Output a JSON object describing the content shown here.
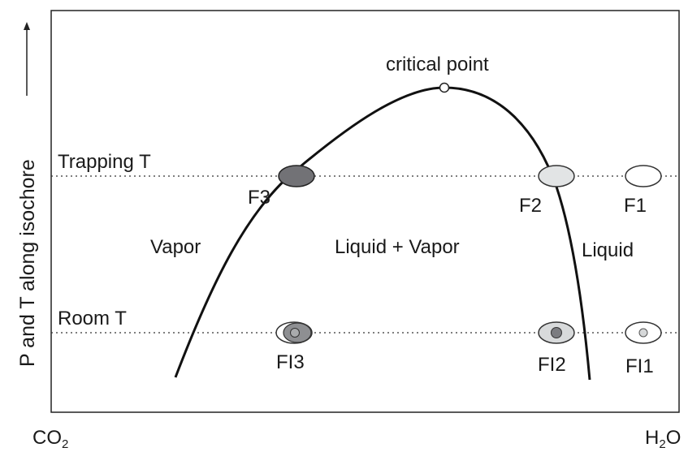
{
  "diagram": {
    "critical_point_label": "critical point",
    "y_axis_label": "P and T along isochore",
    "x_axis": {
      "left": "CO",
      "left_sub": "2",
      "right_pre": "H",
      "right_sub": "2",
      "right_post": "O"
    },
    "isotherms": {
      "trapping": "Trapping T",
      "room": "Room T"
    },
    "regions": {
      "vapor": "Vapor",
      "two_phase": "Liquid + Vapor",
      "liquid": "Liquid"
    },
    "inclusions_trapping": {
      "f3": "F3",
      "f2": "F2",
      "f1": "F1"
    },
    "inclusions_room": {
      "fi3": "FI3",
      "fi2": "FI2",
      "fi1": "FI1"
    }
  }
}
